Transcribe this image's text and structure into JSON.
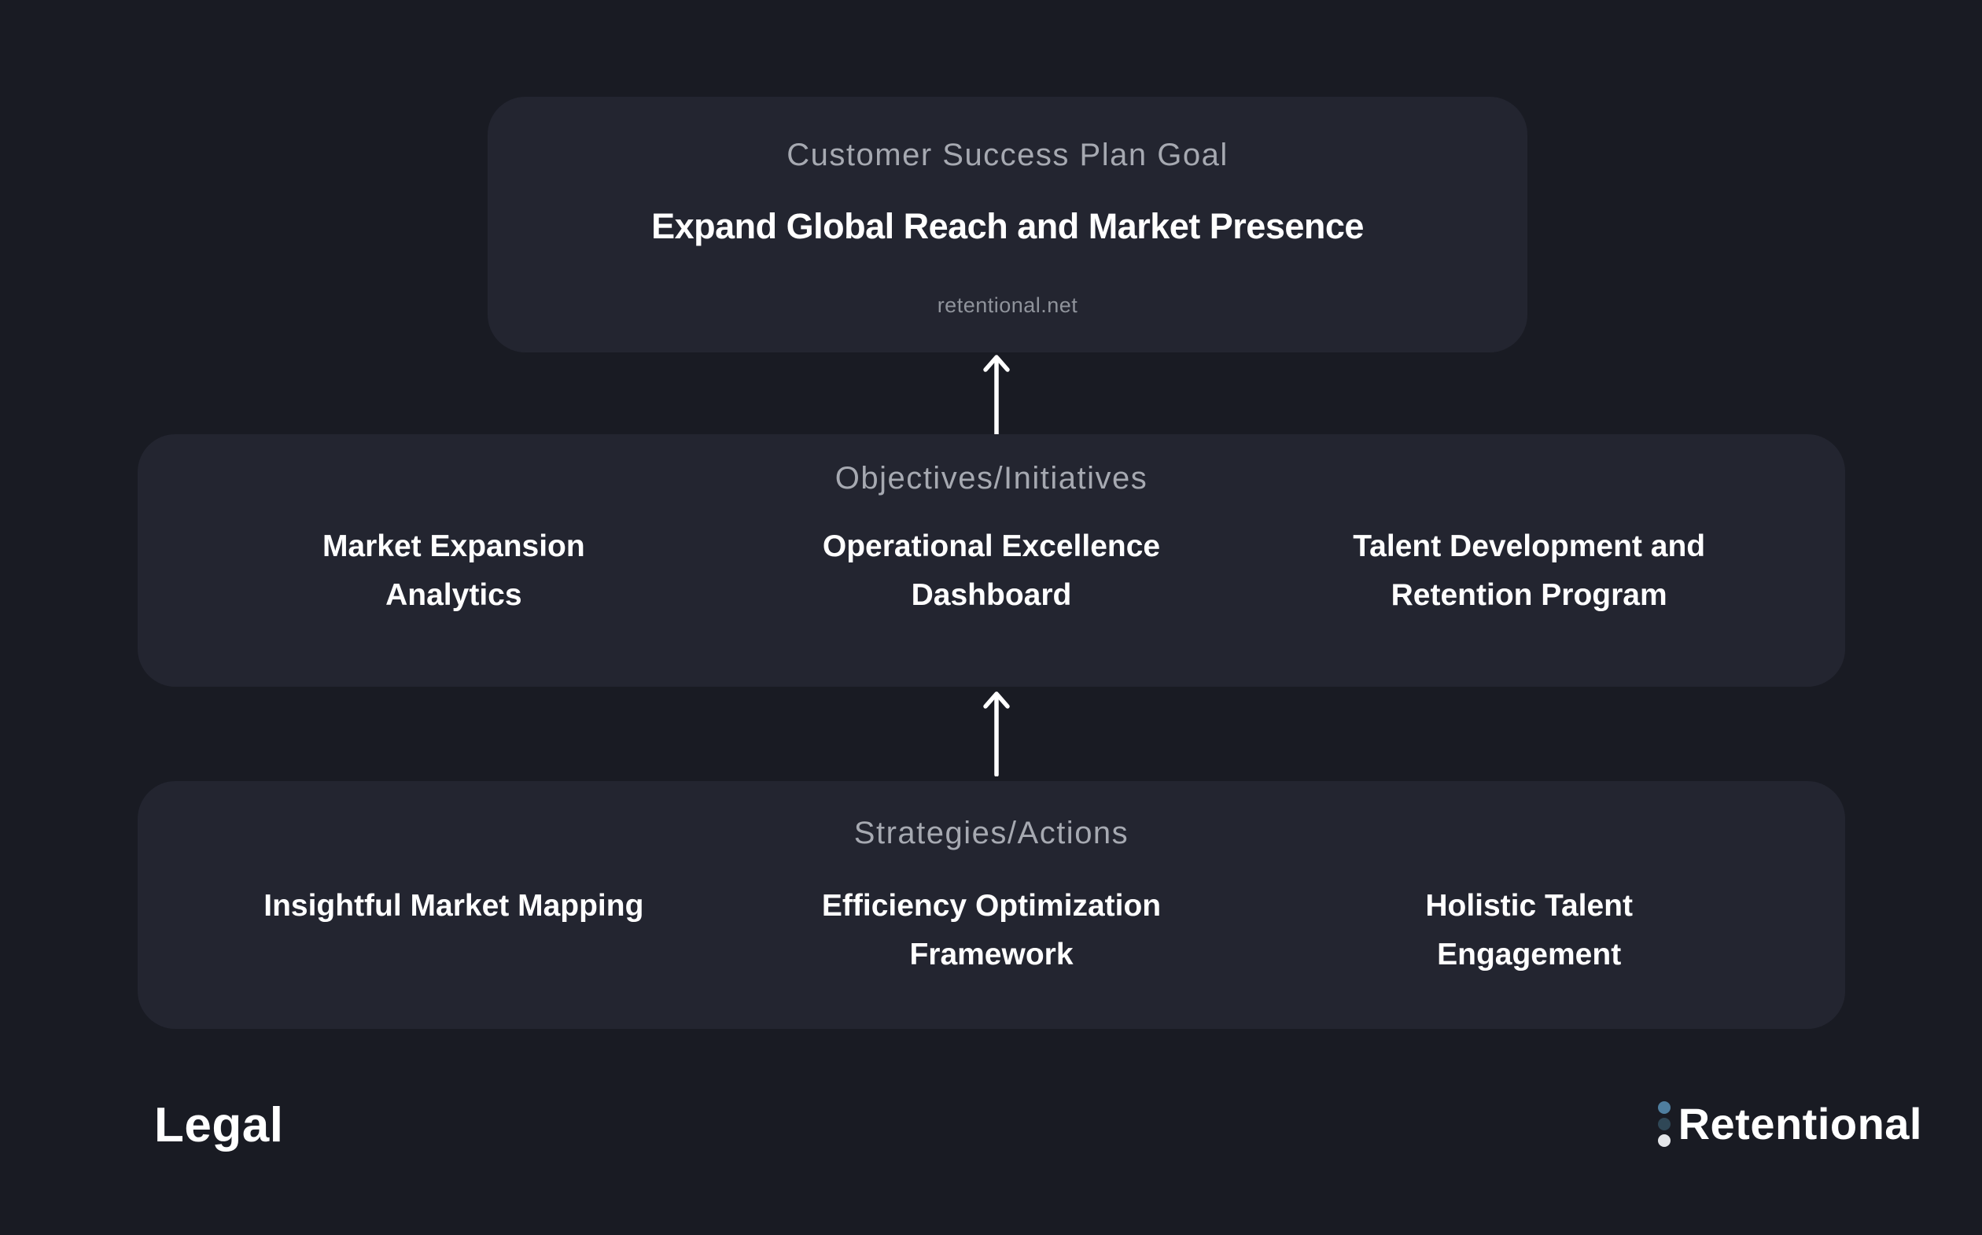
{
  "page": {
    "background": "#191b23",
    "card_background": "#232530",
    "arrow_color": "#ffffff"
  },
  "goal_card": {
    "label": "Customer Success Plan Goal",
    "title": "Expand Global Reach and Market Presence",
    "website": "retentional.net"
  },
  "objectives_card": {
    "label": "Objectives/Initiatives",
    "items": [
      {
        "label": "Market Expansion\nAnalytics"
      },
      {
        "label": "Operational Excellence\nDashboard"
      },
      {
        "label": "Talent Development and\nRetention Program"
      }
    ]
  },
  "strategies_card": {
    "label": "Strategies/Actions",
    "items": [
      {
        "label": "Insightful Market Mapping"
      },
      {
        "label": "Efficiency Optimization\nFramework"
      },
      {
        "label": "Holistic Talent\nEngagement"
      }
    ]
  },
  "footer": {
    "legal_label": "Legal",
    "brand_name": "Retentional",
    "logo_dot_colors": [
      "#4f7e9f",
      "#2f4756",
      "#e4e6e9"
    ]
  }
}
